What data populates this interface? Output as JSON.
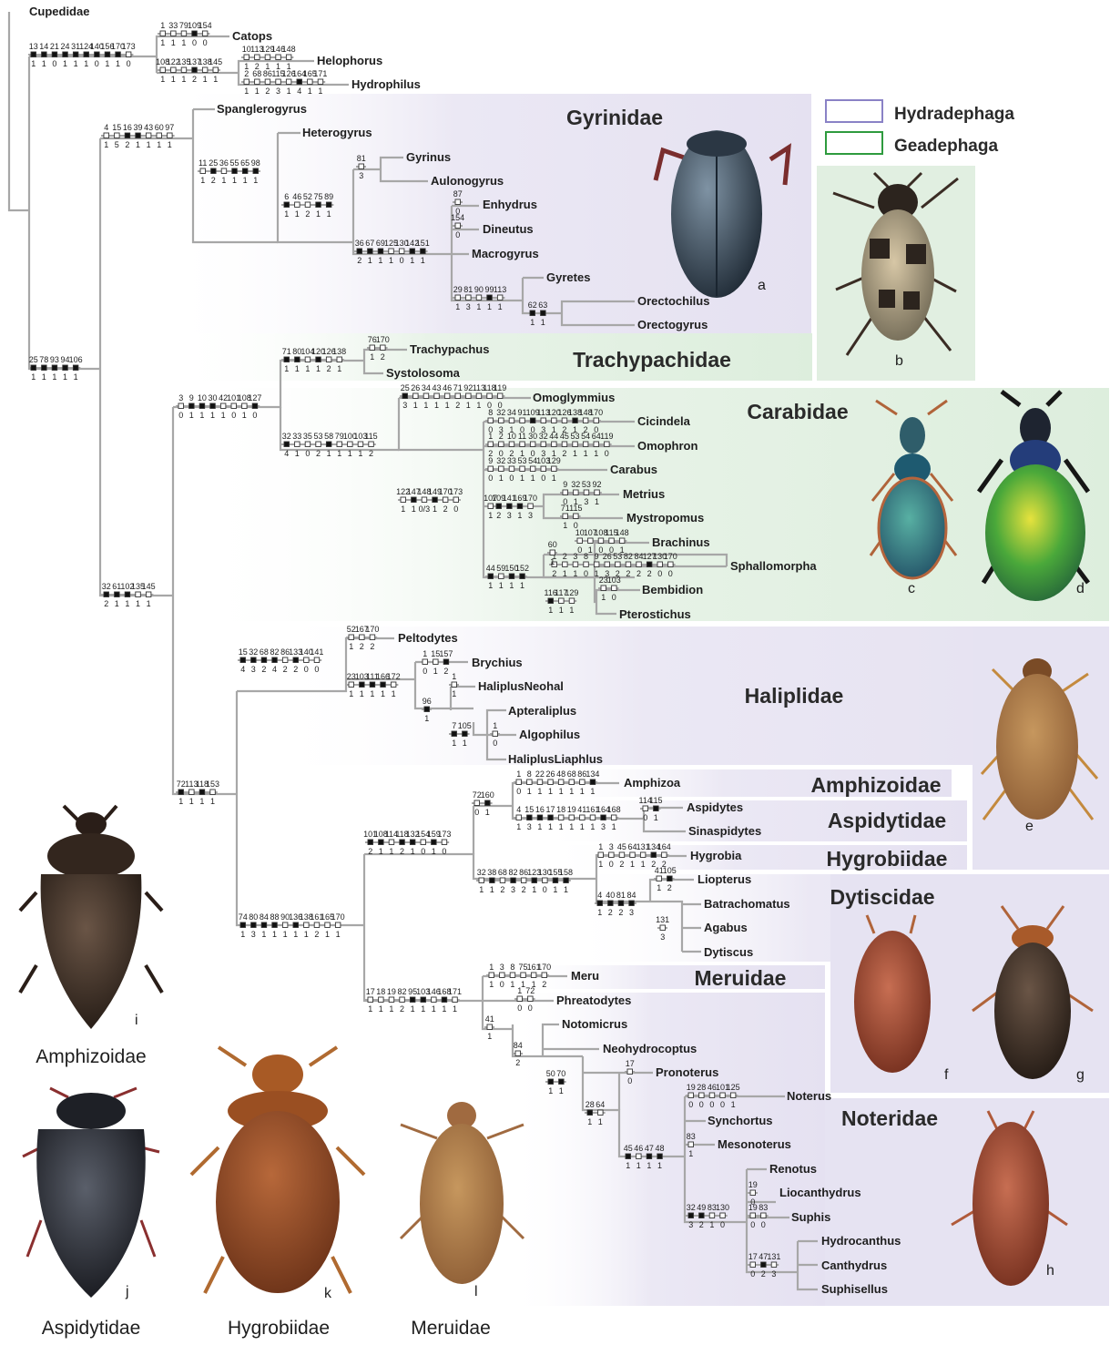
{
  "colors": {
    "hydradephaga_fill": "#ebe8f4",
    "geadephaga_fill": "#e6f1e6",
    "hydradephaga_border": "#8a82c6",
    "geadephaga_border": "#2e9b3e",
    "branch": "#a7a7a7",
    "text": "#1e1e1e",
    "derived_state": "#111111",
    "homoplastic_state": "#ffffff"
  },
  "legend": [
    {
      "label": "Hydradephaga",
      "color": "hydradephaga_border"
    },
    {
      "label": "Geadephaga",
      "color": "geadephaga_border"
    }
  ],
  "family_labels": [
    {
      "id": "gyrinidae",
      "label": "Gyrinidae"
    },
    {
      "id": "trachypachidae",
      "label": "Trachypachidae"
    },
    {
      "id": "carabidae",
      "label": "Carabidae"
    },
    {
      "id": "haliplidae",
      "label": "Haliplidae"
    },
    {
      "id": "amphizoidae",
      "label": "Amphizoidae"
    },
    {
      "id": "aspidytidae",
      "label": "Aspidytidae"
    },
    {
      "id": "hygrobiidae",
      "label": "Hygrobiidae"
    },
    {
      "id": "dytiscidae",
      "label": "Dytiscidae"
    },
    {
      "id": "meruidae",
      "label": "Meruidae"
    },
    {
      "id": "noteridae",
      "label": "Noteridae"
    }
  ],
  "photos": [
    {
      "letter": "a",
      "caption": ""
    },
    {
      "letter": "b",
      "caption": ""
    },
    {
      "letter": "c",
      "caption": ""
    },
    {
      "letter": "d",
      "caption": ""
    },
    {
      "letter": "e",
      "caption": ""
    },
    {
      "letter": "f",
      "caption": ""
    },
    {
      "letter": "g",
      "caption": ""
    },
    {
      "letter": "h",
      "caption": ""
    },
    {
      "letter": "i",
      "caption": "Amphizoidae"
    },
    {
      "letter": "j",
      "caption": "Aspidytidae"
    },
    {
      "letter": "k",
      "caption": "Hygrobiidae"
    },
    {
      "letter": "l",
      "caption": "Meruidae"
    }
  ],
  "taxa": [
    "Cupedidae",
    "Catops",
    "Helophorus",
    "Hydrophilus",
    "Spanglerogyrus",
    "Heterogyrus",
    "Gyrinus",
    "Aulonogyrus",
    "Enhydrus",
    "Dineutus",
    "Macrogyrus",
    "Gyretes",
    "Orectochilus",
    "Orectogyrus",
    "Trachypachus",
    "Systolosoma",
    "Omoglymmius",
    "Cicindela",
    "Omophron",
    "Carabus",
    "Metrius",
    "Mystropomus",
    "Brachinus",
    "Sphallomorpha",
    "Bembidion",
    "Pterostichus",
    "Peltodytes",
    "Brychius",
    "HaliplusNeohal",
    "Apteraliplus",
    "Algophilus",
    "HaliplusLiaphlus",
    "Amphizoa",
    "Aspidytes",
    "Sinaspidytes",
    "Hygrobia",
    "Liopterus",
    "Batrachomatus",
    "Agabus",
    "Dytiscus",
    "Meru",
    "Phreatodytes",
    "Notomicrus",
    "Neohydrocoptus",
    "Pronoterus",
    "Noterus",
    "Synchortus",
    "Mesonoterus",
    "Renotus",
    "Liocanthydrus",
    "Suphis",
    "Hydrocanthus",
    "Canthydrus",
    "Suphisellus"
  ],
  "characters": [
    {
      "chars": [
        "13",
        "14",
        "21",
        "24",
        "31",
        "124",
        "140",
        "156",
        "170",
        "173"
      ],
      "states": [
        "1",
        "1",
        "0",
        "1",
        "1",
        "1",
        "0",
        "1",
        "1",
        "0"
      ],
      "fill": "111111111000"
    },
    {
      "chars": [
        "1",
        "33",
        "79",
        "109",
        "154"
      ],
      "states": [
        "1",
        "1",
        "1",
        "0",
        "0"
      ],
      "fill": "00010"
    },
    {
      "chars": [
        "10",
        "113",
        "129",
        "146",
        "148"
      ],
      "states": [
        "1",
        "2",
        "1",
        "1",
        "1"
      ],
      "fill": "00000"
    },
    {
      "chars": [
        "108",
        "122",
        "135",
        "137",
        "138",
        "145"
      ],
      "states": [
        "1",
        "1",
        "1",
        "2",
        "1",
        "1"
      ],
      "fill": "000100"
    },
    {
      "chars": [
        "2",
        "68",
        "86",
        "115",
        "126",
        "164",
        "165",
        "171"
      ],
      "states": [
        "1",
        "1",
        "2",
        "3",
        "1",
        "4",
        "1",
        "1"
      ],
      "fill": "00000100"
    },
    {
      "chars": [
        "4",
        "15",
        "16",
        "39",
        "43",
        "60",
        "97"
      ],
      "states": [
        "1",
        "5",
        "2",
        "1",
        "1",
        "1",
        "1"
      ],
      "fill": "0011000"
    },
    {
      "chars": [
        "11",
        "25",
        "36",
        "55",
        "65",
        "98"
      ],
      "states": [
        "1",
        "2",
        "1",
        "1",
        "1",
        "1"
      ],
      "fill": "010111"
    },
    {
      "chars": [
        "81"
      ],
      "states": [
        "3"
      ],
      "fill": "0"
    },
    {
      "chars": [
        "6",
        "46",
        "52",
        "75",
        "89"
      ],
      "states": [
        "1",
        "1",
        "2",
        "1",
        "1"
      ],
      "fill": "10011"
    },
    {
      "chars": [
        "87"
      ],
      "states": [
        "0"
      ],
      "fill": "0"
    },
    {
      "chars": [
        "154"
      ],
      "states": [
        "0"
      ],
      "fill": "0"
    },
    {
      "chars": [
        "36",
        "67",
        "69",
        "125",
        "130",
        "142",
        "151"
      ],
      "states": [
        "2",
        "1",
        "1",
        "1",
        "0",
        "1",
        "1"
      ],
      "fill": "1110011"
    },
    {
      "chars": [
        "29",
        "81",
        "90",
        "99",
        "113"
      ],
      "states": [
        "1",
        "3",
        "1",
        "1",
        "1"
      ],
      "fill": "00010"
    },
    {
      "chars": [
        "62",
        "63"
      ],
      "states": [
        "1",
        "1"
      ],
      "fill": "11"
    },
    {
      "chars": [
        "25",
        "78",
        "93",
        "94",
        "106"
      ],
      "states": [
        "1",
        "1",
        "1",
        "1",
        "1"
      ],
      "fill": "11111"
    },
    {
      "chars": [
        "71",
        "80",
        "104",
        "120",
        "126",
        "138"
      ],
      "states": [
        "1",
        "1",
        "1",
        "1",
        "2",
        "1"
      ],
      "fill": "110100"
    },
    {
      "chars": [
        "76",
        "170"
      ],
      "states": [
        "1",
        "2"
      ],
      "fill": "00"
    },
    {
      "chars": [
        "3",
        "9",
        "10",
        "30",
        "42",
        "101",
        "108",
        "127"
      ],
      "states": [
        "0",
        "1",
        "1",
        "1",
        "1",
        "0",
        "1",
        "0"
      ],
      "fill": "01110001"
    },
    {
      "chars": [
        "25",
        "26",
        "34",
        "43",
        "46",
        "71",
        "92",
        "113",
        "118",
        "119"
      ],
      "states": [
        "3",
        "1",
        "1",
        "1",
        "1",
        "2",
        "1",
        "1",
        "0",
        "0"
      ],
      "fill": "1000000000"
    },
    {
      "chars": [
        "8",
        "32",
        "34",
        "91",
        "109",
        "113",
        "120",
        "126",
        "138",
        "148",
        "170"
      ],
      "states": [
        "0",
        "3",
        "1",
        "0",
        "0",
        "3",
        "1",
        "2",
        "1",
        "2",
        "0"
      ],
      "fill": "00001000100"
    },
    {
      "chars": [
        "1",
        "2",
        "10",
        "11",
        "30",
        "32",
        "44",
        "45",
        "53",
        "54",
        "64",
        "119"
      ],
      "states": [
        "2",
        "0",
        "2",
        "1",
        "0",
        "3",
        "1",
        "2",
        "1",
        "1",
        "1",
        "0"
      ],
      "fill": "000000000000"
    },
    {
      "chars": [
        "9",
        "32",
        "33",
        "53",
        "54",
        "103",
        "129"
      ],
      "states": [
        "0",
        "1",
        "0",
        "1",
        "1",
        "0",
        "1"
      ],
      "fill": "0000000"
    },
    {
      "chars": [
        "32",
        "33",
        "35",
        "53",
        "58",
        "79",
        "100",
        "103",
        "115"
      ],
      "states": [
        "4",
        "1",
        "0",
        "2",
        "1",
        "1",
        "1",
        "1",
        "2"
      ],
      "fill": "100010000"
    },
    {
      "chars": [
        "109",
        "141",
        "169",
        "170"
      ],
      "states": [
        "2",
        "3",
        "1",
        "3"
      ],
      "fill": "1110"
    },
    {
      "chars": [
        "107"
      ],
      "states": [
        "1"
      ],
      "fill": "0"
    },
    {
      "chars": [
        "122",
        "147",
        "148",
        "149",
        "170",
        "173"
      ],
      "states": [
        "1",
        "1",
        "0/3",
        "1",
        "2",
        "0"
      ],
      "fill": "010100"
    },
    {
      "chars": [
        "9",
        "32",
        "53",
        "92"
      ],
      "states": [
        "0",
        "1",
        "3",
        "1"
      ],
      "fill": "0000"
    },
    {
      "chars": [
        "71",
        "115"
      ],
      "states": [
        "1",
        "0"
      ],
      "fill": "00"
    },
    {
      "chars": [
        "10",
        "107",
        "108",
        "115",
        "148"
      ],
      "states": [
        "0",
        "1",
        "0",
        "0",
        "1"
      ],
      "fill": "00000"
    },
    {
      "chars": [
        "1",
        "2",
        "3",
        "8",
        "9",
        "26",
        "53",
        "82",
        "84",
        "127",
        "130",
        "170"
      ],
      "states": [
        "2",
        "1",
        "1",
        "0",
        "1",
        "3",
        "2",
        "2",
        "2",
        "2",
        "0",
        "0"
      ],
      "fill": "000000000100"
    },
    {
      "chars": [
        "60"
      ],
      "states": [
        "1"
      ],
      "fill": "0"
    },
    {
      "chars": [
        "44",
        "59",
        "150",
        "152"
      ],
      "states": [
        "1",
        "1",
        "1",
        "1"
      ],
      "fill": "1011"
    },
    {
      "chars": [
        "116",
        "117",
        "129"
      ],
      "states": [
        "1",
        "1",
        "1"
      ],
      "fill": "100"
    },
    {
      "chars": [
        "23",
        "103"
      ],
      "states": [
        "1",
        "0"
      ],
      "fill": "00"
    },
    {
      "chars": [
        "32",
        "61",
        "102",
        "135",
        "145"
      ],
      "states": [
        "2",
        "1",
        "1",
        "1",
        "1"
      ],
      "fill": "11100"
    },
    {
      "chars": [
        "15",
        "32",
        "68",
        "82",
        "86",
        "133",
        "140",
        "141"
      ],
      "states": [
        "4",
        "3",
        "2",
        "4",
        "2",
        "2",
        "0",
        "0"
      ],
      "fill": "11110100"
    },
    {
      "chars": [
        "52",
        "167",
        "170"
      ],
      "states": [
        "1",
        "2",
        "2"
      ],
      "fill": "000"
    },
    {
      "chars": [
        "1",
        "15",
        "157"
      ],
      "states": [
        "0",
        "1",
        "2"
      ],
      "fill": "001"
    },
    {
      "chars": [
        "23",
        "103",
        "111",
        "166",
        "172"
      ],
      "states": [
        "1",
        "1",
        "1",
        "1",
        "1"
      ],
      "fill": "01110"
    },
    {
      "chars": [
        "1"
      ],
      "states": [
        "1"
      ],
      "fill": "0"
    },
    {
      "chars": [
        "96"
      ],
      "states": [
        "1"
      ],
      "fill": "1"
    },
    {
      "chars": [
        "7",
        "105"
      ],
      "states": [
        "1",
        "1"
      ],
      "fill": "11"
    },
    {
      "chars": [
        "1"
      ],
      "states": [
        "0"
      ],
      "fill": "0"
    },
    {
      "chars": [
        "72",
        "113",
        "118",
        "153"
      ],
      "states": [
        "1",
        "1",
        "1",
        "1"
      ],
      "fill": "1010"
    },
    {
      "chars": [
        "1",
        "8",
        "22",
        "26",
        "48",
        "68",
        "86",
        "134"
      ],
      "states": [
        "0",
        "1",
        "1",
        "1",
        "1",
        "1",
        "1",
        "1"
      ],
      "fill": "00000001"
    },
    {
      "chars": [
        "72",
        "160"
      ],
      "states": [
        "0",
        "1"
      ],
      "fill": "01"
    },
    {
      "chars": [
        "4",
        "15",
        "16",
        "17",
        "18",
        "19",
        "41",
        "161",
        "164",
        "168"
      ],
      "states": [
        "1",
        "3",
        "1",
        "1",
        "1",
        "1",
        "1",
        "1",
        "3",
        "1"
      ],
      "fill": "0111000010"
    },
    {
      "chars": [
        "114",
        "115"
      ],
      "states": [
        "0",
        "1"
      ],
      "fill": "01"
    },
    {
      "chars": [
        "101",
        "108",
        "114",
        "118",
        "132",
        "154",
        "159",
        "173"
      ],
      "states": [
        "2",
        "1",
        "1",
        "2",
        "1",
        "0",
        "1",
        "0"
      ],
      "fill": "11011010"
    },
    {
      "chars": [
        "1",
        "3",
        "45",
        "64",
        "131",
        "134",
        "164"
      ],
      "states": [
        "1",
        "0",
        "2",
        "1",
        "1",
        "2",
        "2"
      ],
      "fill": "0000010"
    },
    {
      "chars": [
        "32",
        "38",
        "68",
        "82",
        "86",
        "123",
        "130",
        "155",
        "158"
      ],
      "states": [
        "1",
        "1",
        "2",
        "3",
        "2",
        "1",
        "0",
        "1",
        "1"
      ],
      "fill": "010101011"
    },
    {
      "chars": [
        "41",
        "105"
      ],
      "states": [
        "1",
        "2"
      ],
      "fill": "01"
    },
    {
      "chars": [
        "4",
        "40",
        "81",
        "84"
      ],
      "states": [
        "1",
        "2",
        "2",
        "3"
      ],
      "fill": "1111"
    },
    {
      "chars": [
        "131"
      ],
      "states": [
        "3"
      ],
      "fill": "0"
    },
    {
      "chars": [
        "74",
        "80",
        "84",
        "88",
        "90",
        "136",
        "138",
        "161",
        "165",
        "170"
      ],
      "states": [
        "1",
        "3",
        "1",
        "1",
        "1",
        "1",
        "1",
        "2",
        "1",
        "1"
      ],
      "fill": "1111010000"
    },
    {
      "chars": [
        "1",
        "3",
        "8",
        "75",
        "161",
        "170"
      ],
      "states": [
        "1",
        "0",
        "1",
        "1",
        "1",
        "2"
      ],
      "fill": "000000"
    },
    {
      "chars": [
        "1",
        "72"
      ],
      "states": [
        "0",
        "0"
      ],
      "fill": "00"
    },
    {
      "chars": [
        "17",
        "18",
        "19",
        "82",
        "95",
        "103",
        "146",
        "168",
        "171"
      ],
      "states": [
        "1",
        "1",
        "1",
        "2",
        "1",
        "1",
        "1",
        "1",
        "1"
      ],
      "fill": "000011010"
    },
    {
      "chars": [
        "41"
      ],
      "states": [
        "1"
      ],
      "fill": "0"
    },
    {
      "chars": [
        "84"
      ],
      "states": [
        "2"
      ],
      "fill": "0"
    },
    {
      "chars": [
        "50",
        "70"
      ],
      "states": [
        "1",
        "1"
      ],
      "fill": "11"
    },
    {
      "chars": [
        "28",
        "64"
      ],
      "states": [
        "1",
        "1"
      ],
      "fill": "10"
    },
    {
      "chars": [
        "17"
      ],
      "states": [
        "0"
      ],
      "fill": "0"
    },
    {
      "chars": [
        "45",
        "46",
        "47",
        "48"
      ],
      "states": [
        "1",
        "1",
        "1",
        "1"
      ],
      "fill": "1011"
    },
    {
      "chars": [
        "19",
        "28",
        "46",
        "101",
        "125"
      ],
      "states": [
        "0",
        "0",
        "0",
        "0",
        "1"
      ],
      "fill": "00000"
    },
    {
      "chars": [
        "83"
      ],
      "states": [
        "1"
      ],
      "fill": "0"
    },
    {
      "chars": [
        "32",
        "49",
        "83",
        "130"
      ],
      "states": [
        "3",
        "2",
        "1",
        "0"
      ],
      "fill": "1100"
    },
    {
      "chars": [
        "19"
      ],
      "states": [
        "0"
      ],
      "fill": "0"
    },
    {
      "chars": [
        "19",
        "83"
      ],
      "states": [
        "0",
        "0"
      ],
      "fill": "00"
    },
    {
      "chars": [
        "17",
        "47",
        "131"
      ],
      "states": [
        "0",
        "2",
        "3"
      ],
      "fill": "010"
    }
  ]
}
